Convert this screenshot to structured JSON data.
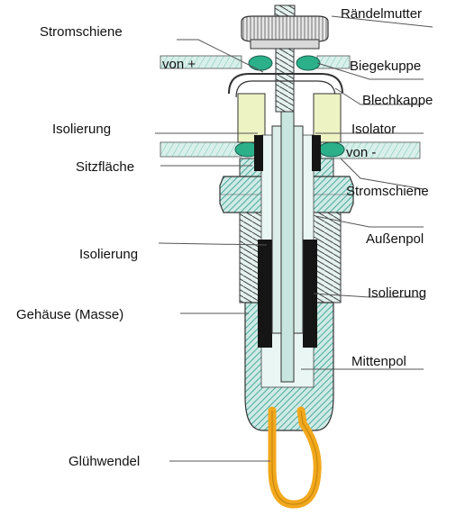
{
  "labels": {
    "raendelmutter": "Rändelmutter",
    "stromschiene_top": "Stromschiene",
    "von_plus": "von +",
    "biegekuppe": "Biegekuppe",
    "blechkappe": "Blechkappe",
    "isolierung_top": "Isolierung",
    "isolator": "Isolator",
    "sitzflaeche": "Sitzfläche",
    "von_minus": "von -",
    "stromschiene_bottom": "Stromschiene",
    "aussenpol": "Außenpol",
    "isolierung_mid": "Isolierung",
    "isolierung_right": "Isolierung",
    "gehaeuse": "Gehäuse (Masse)",
    "mittenpol": "Mittenpol",
    "gluehwendel": "Glühwendel"
  },
  "colors": {
    "rail_fill": "#cfe9e4",
    "metal_hatch": "#2a9a8c",
    "insulation": "#151515",
    "isolator_fill": "#eef3c4",
    "washer": "#2bb08a",
    "glow_filament": "#f2a81c",
    "outline": "#222222"
  }
}
